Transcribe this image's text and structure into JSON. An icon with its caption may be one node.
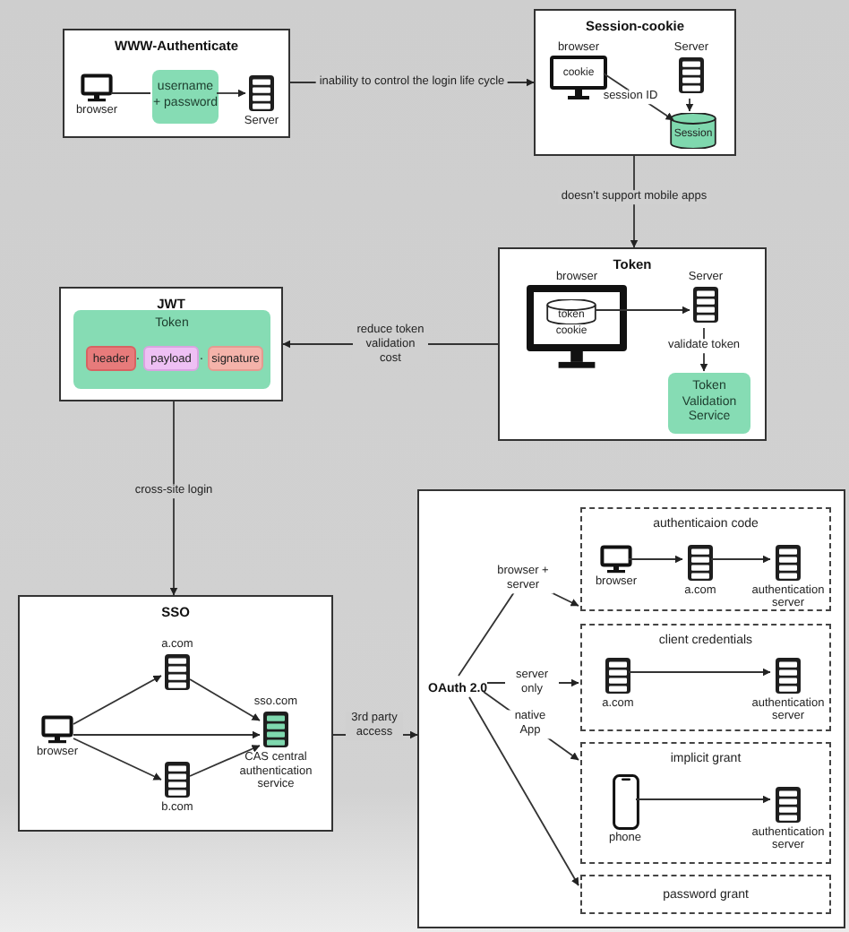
{
  "diagram": {
    "nodes": [
      {
        "text": [
          "WWW-Authenticate"
        ]
      },
      {
        "text": [
          "browser"
        ],
        "in": 0
      },
      {
        "text": [
          "username + password"
        ],
        "in": 0
      },
      {
        "text": [
          "Server"
        ],
        "in": 0
      },
      {
        "text": [
          "Session-cookie"
        ]
      },
      {
        "text": [
          "browser",
          "cookie"
        ],
        "in": 4
      },
      {
        "text": [
          "Server"
        ],
        "in": 4
      },
      {
        "text": [
          "Session"
        ],
        "in": 4
      },
      {
        "text": [
          "Token"
        ]
      },
      {
        "text": [
          "browser"
        ],
        "in": 8
      },
      {
        "text": [
          "token"
        ],
        "in": 9,
        "beside": [
          "cookie"
        ]
      },
      {
        "text": [
          "Server"
        ],
        "in": 8
      },
      {
        "text": [
          "Token Validation Service"
        ],
        "in": 8
      },
      {
        "text": [
          "JWT"
        ]
      },
      {
        "text": [
          "Token"
        ],
        "in": 13
      },
      {
        "text": [
          "header"
        ],
        "in": 14
      },
      {
        "text": [
          "payload"
        ],
        "in": 14
      },
      {
        "text": [
          "signature"
        ],
        "in": 14
      },
      {
        "text": [
          "SSO"
        ]
      },
      {
        "text": [
          "browser"
        ],
        "in": 18
      },
      {
        "text": [
          "a.com"
        ],
        "in": 18
      },
      {
        "text": [
          "b.com"
        ],
        "in": 18
      },
      {
        "text": [
          "sso.com",
          "CAS central authentication service"
        ],
        "in": 18
      },
      {
        "text": [],
        "shape": "box"
      },
      {
        "text": [
          "OAuth 2.0"
        ],
        "in": 23
      },
      {
        "text": [
          "authenticaion code"
        ],
        "in": 23
      },
      {
        "text": [
          "browser"
        ],
        "in": 25
      },
      {
        "text": [
          "a.com"
        ],
        "in": 25
      },
      {
        "text": [
          "authentication server"
        ],
        "in": 25
      },
      {
        "text": [
          "client credentials"
        ],
        "in": 23
      },
      {
        "text": [
          "a.com"
        ],
        "in": 29
      },
      {
        "text": [
          "authentication server"
        ],
        "in": 29
      },
      {
        "text": [
          "implicit grant"
        ],
        "in": 23
      },
      {
        "text": [
          "phone"
        ],
        "in": 32
      },
      {
        "text": [
          "authentication server"
        ],
        "in": 32
      },
      {
        "text": [
          "password grant"
        ],
        "in": 23
      }
    ],
    "edges": [
      {
        "from": 0,
        "to": 4,
        "arrow": "to",
        "label": "inability to control the login life cycle"
      },
      {
        "from": 5,
        "to": 7,
        "arrow": "to",
        "label": "session ID"
      },
      {
        "from": 6,
        "to": 7,
        "arrow": "to"
      },
      {
        "from": 4,
        "to": 8,
        "arrow": "to",
        "label": "doesn’t support mobile apps"
      },
      {
        "from": 1,
        "to": 2,
        "arrow": "none"
      },
      {
        "from": 2,
        "to": 3,
        "arrow": "to"
      },
      {
        "from": 10,
        "to": 11,
        "arrow": "to"
      },
      {
        "from": 11,
        "to": 12,
        "arrow": "to",
        "label": "validate token"
      },
      {
        "from": 8,
        "to": 13,
        "arrow": "to",
        "label": "reduce token validation cost"
      },
      {
        "from": 13,
        "to": 18,
        "arrow": "to",
        "label": "cross-site login"
      },
      {
        "from": 19,
        "to": 20,
        "arrow": "to"
      },
      {
        "from": 19,
        "to": 21,
        "arrow": "to"
      },
      {
        "from": 19,
        "to": 22,
        "arrow": "to"
      },
      {
        "from": 20,
        "to": 22,
        "arrow": "to"
      },
      {
        "from": 21,
        "to": 22,
        "arrow": "to"
      },
      {
        "from": 18,
        "to": 23,
        "arrow": "to",
        "label": "3rd party access"
      },
      {
        "from": 26,
        "to": 27,
        "arrow": "to"
      },
      {
        "from": 27,
        "to": 28,
        "arrow": "to"
      },
      {
        "from": 30,
        "to": 31,
        "arrow": "to"
      },
      {
        "from": 33,
        "to": 34,
        "arrow": "to"
      },
      {
        "from": 24,
        "to": 25,
        "arrow": "to",
        "label": "browser + server"
      },
      {
        "from": 24,
        "to": 29,
        "arrow": "to",
        "label": "server only"
      },
      {
        "from": 24,
        "to": 32,
        "arrow": "to",
        "label": "native App"
      },
      {
        "from": 24,
        "to": 35,
        "arrow": "to"
      }
    ],
    "labels": [
      ".",
      "."
    ]
  }
}
